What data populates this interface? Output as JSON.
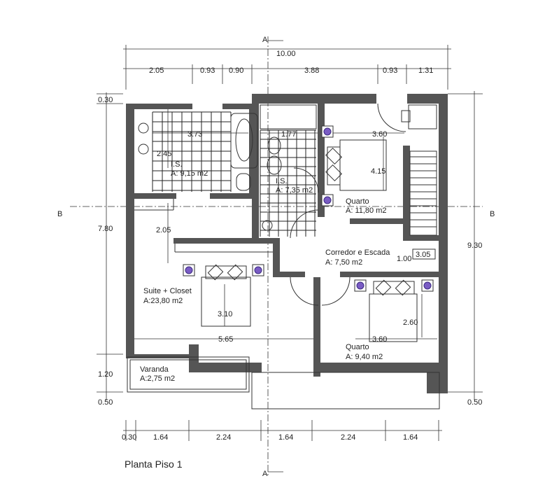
{
  "title": "Planta Piso 1",
  "section_marks": {
    "a_top": "A",
    "a_bottom": "A",
    "b_left": "B",
    "b_right": "B"
  },
  "dimensions": {
    "top_total": "10.00",
    "top_segments": [
      "2.05",
      "0.93",
      "0.90",
      "3.88",
      "0.93",
      "1.31"
    ],
    "bottom_segments": [
      "0.30",
      "1.64",
      "2.24",
      "1.64",
      "2.24",
      "1.64"
    ],
    "left": [
      "0.30",
      "7.80",
      "1.20",
      "0.50"
    ],
    "right": [
      "9.30",
      "0.50"
    ],
    "interior": {
      "bath1_w": "3.73",
      "bath1_h": "2.45",
      "bath2_w": "1.77",
      "hall_w": "2.05",
      "room_ne_w": "3.60",
      "room_ne_h": "4.15",
      "stair_w": "1.00",
      "stair_h": "3.05",
      "suite_bed_w": "3.10",
      "suite_w": "5.65",
      "room_se_h": "2.60",
      "room_se_w": "3.60"
    }
  },
  "rooms": {
    "bath1_name": "I.S.",
    "bath1_area": "A: 9,15 m2",
    "bath2_name": "I.S.",
    "bath2_area": "A: 7,35 m2",
    "quarto_ne_name": "Quarto",
    "quarto_ne_area": "A: 11,80 m2",
    "corredor_name": "Corredor e Escada",
    "corredor_area": "A: 7,50 m2",
    "suite_name": "Suite + Closet",
    "suite_area": "A:23,80 m2",
    "quarto_se_name": "Quarto",
    "quarto_se_area": "A: 9,40 m2",
    "varanda_name": "Varanda",
    "varanda_area": "A:2,75 m2"
  }
}
